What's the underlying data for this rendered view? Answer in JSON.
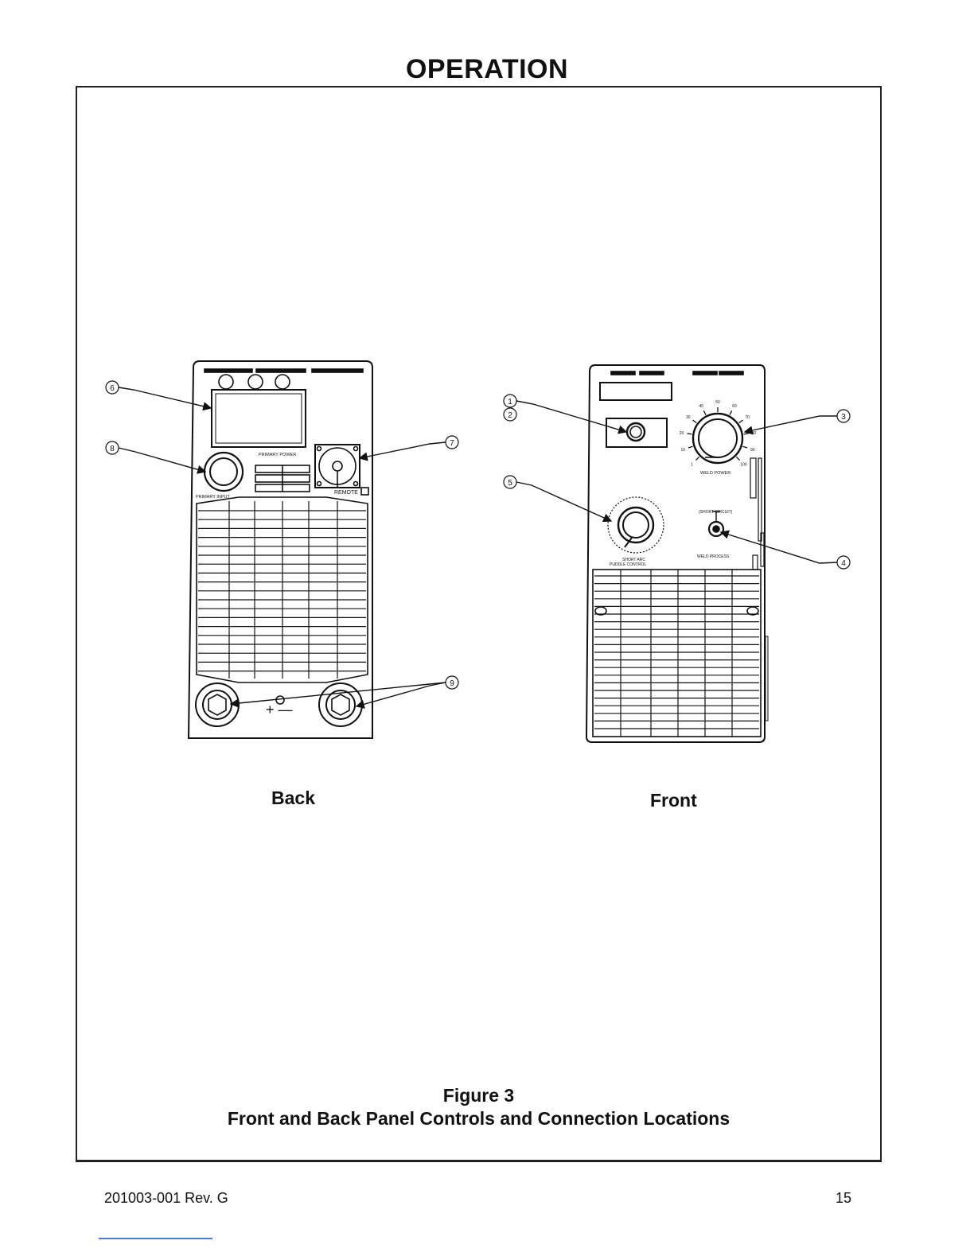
{
  "header": {
    "title": "OPERATION"
  },
  "figure": {
    "back_label": "Back",
    "front_label": "Front",
    "caption_number": "Figure 3",
    "caption_title": "Front and Back Panel Controls and Connection Locations",
    "back_panel": {
      "primary_power_label": "PRIMARY POWER",
      "primary_input_label": "PRIMARY INPUT",
      "remote_label": "REMOTE",
      "polarity_label": "+ —"
    },
    "front_panel": {
      "weld_power_label": "WELD POWER",
      "short_arc_label": "SHORT ARC",
      "puddle_control_label": "PUDDLE CONTROL",
      "weld_process_label": "WELD PROCESS",
      "short_circuit_label": "(SHORT CIRCUIT)",
      "dial_ticks": [
        "1",
        "10",
        "20",
        "30",
        "40",
        "50",
        "60",
        "70",
        "80",
        "90",
        "100"
      ]
    },
    "callouts": [
      "1",
      "2",
      "3",
      "4",
      "5",
      "6",
      "7",
      "8",
      "9"
    ]
  },
  "footer": {
    "doc_number": "201003-001 Rev. G",
    "page_number": "15"
  }
}
